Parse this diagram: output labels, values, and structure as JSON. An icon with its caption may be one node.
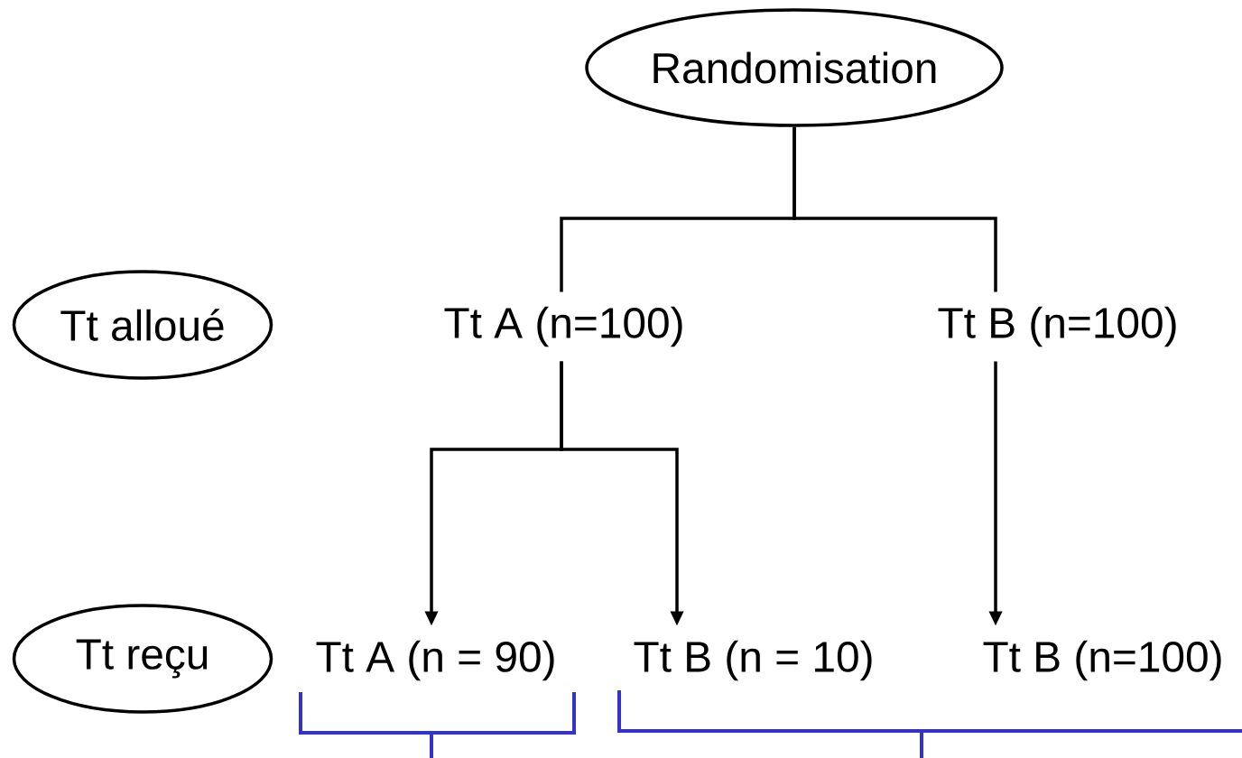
{
  "diagram": {
    "nodes": [
      {
        "text": [
          "Randomisation"
        ]
      },
      {
        "text": [
          "Tt alloué"
        ]
      },
      {
        "text": [
          "Tt A (n=100)"
        ]
      },
      {
        "text": [
          "Tt B (n=100)"
        ]
      },
      {
        "text": [
          "Tt reçu"
        ]
      },
      {
        "text": [
          "Tt A (n = 90)"
        ]
      },
      {
        "text": [
          "Tt B (n = 10)"
        ]
      },
      {
        "text": [
          "Tt B (n=100)"
        ]
      }
    ],
    "edges": [
      {
        "from": 0,
        "to": 2,
        "arrow": "none"
      },
      {
        "from": 0,
        "to": 3,
        "arrow": "none"
      },
      {
        "from": 2,
        "to": 5,
        "arrow": "to"
      },
      {
        "from": 2,
        "to": 6,
        "arrow": "to"
      },
      {
        "from": 3,
        "to": 7,
        "arrow": "to"
      }
    ]
  }
}
